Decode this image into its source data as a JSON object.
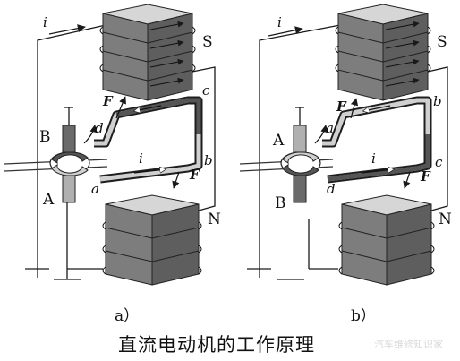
{
  "caption": "直流电动机的工作原理",
  "watermark": "汽车维修知识家",
  "panel_a": {
    "sublabel": "a）",
    "current": "i",
    "current_loop": "i",
    "pole_top": "S",
    "pole_bottom": "N",
    "brush_top": "B",
    "brush_bottom": "A",
    "force_top": "F",
    "force_bottom": "F",
    "corner_a": "a",
    "corner_b": "b",
    "corner_c": "c",
    "corner_d": "d"
  },
  "panel_b": {
    "sublabel": "b）",
    "current": "i",
    "current_loop": "i",
    "pole_top": "S",
    "pole_bottom": "N",
    "brush_top": "A",
    "brush_bottom": "B",
    "force_top": "F",
    "force_bottom": "F",
    "corner_a": "a",
    "corner_b": "b",
    "corner_c": "c",
    "corner_d": "d"
  },
  "colors": {
    "magnet_top": "#c9c9c9",
    "magnet_front": "#7a7a7a",
    "magnet_side": "#5b5b5b",
    "coil_light": "#d2d2d2",
    "coil_dark": "#555555",
    "ink": "#1a1a1a"
  }
}
